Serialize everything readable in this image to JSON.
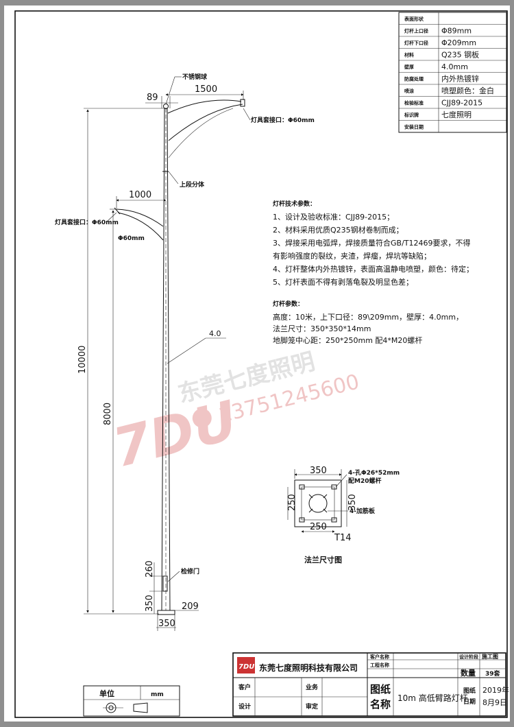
{
  "spec_table": [
    {
      "label": "表面形状",
      "value": ""
    },
    {
      "label": "灯杆上口径",
      "value": "Φ89mm"
    },
    {
      "label": "灯杆下口径",
      "value": "Φ209mm"
    },
    {
      "label": "材料",
      "value": "Q235 钢板"
    },
    {
      "label": "壁厚",
      "value": "4.0mm"
    },
    {
      "label": "防腐处理",
      "value": "内外热镀锌"
    },
    {
      "label": "喷涂",
      "value": "喷塑颜色：金白"
    },
    {
      "label": "检验标准",
      "value": "CJJ89-2015"
    },
    {
      "label": "标识牌",
      "value": "七度照明"
    },
    {
      "label": "安装日期",
      "value": ""
    }
  ],
  "pole": {
    "label_top_cap": "不锈钢球",
    "label_split": "上段分体",
    "label_door": "检修门",
    "label_upper_lamp_mouth": "灯具套接口：Φ60mm",
    "label_lower_lamp_mouth": "灯具套接口：Φ60mm",
    "label_lower_phi": "Φ60mm",
    "dim_top_width": "89",
    "dim_upper_arm": "1500",
    "dim_lower_arm": "1000",
    "dim_wall": "4.0",
    "dim_total": "10000",
    "dim_lower_height": "8000",
    "dim_door": "260",
    "dim_base": "350",
    "dim_bottom_dia": "209",
    "dim_flange_w": "350"
  },
  "tech": {
    "heading": "灯杆技术参数：",
    "items": [
      "1、设计及验收标准：CJJ89-2015；",
      "2、材料采用优质Q235钢材卷制而成；",
      "3、焊接采用电弧焊，焊接质量符合GB/T12469要求，不得",
      "有影响强度的裂纹，夹渣，焊瘤，焊坑等缺陷；",
      "4、灯杆整体内外热镀锌，表面高温静电喷塑，颜色：待定；",
      "5、灯杆表面不得有剥落龟裂及明显色差；"
    ]
  },
  "params": {
    "heading": "灯杆参数：",
    "lines": [
      "高度：10米，上下口径：89\\209mm，壁厚：4.0mm，",
      "法兰尺寸：350*350*14mm",
      "地脚笼中心距：250*250mm   配4*M20螺杆"
    ]
  },
  "flange": {
    "dim_top": "350",
    "dim_side": "350",
    "dim_inner_side": "250",
    "dim_inner_bottom": "250",
    "hole_note": "4-孔Φ26*52mm",
    "bolt_note": "配M20螺杆",
    "rib_note": "4-加筋板",
    "code": "T14",
    "caption": "法兰尺寸图"
  },
  "watermark": {
    "text": "东莞七度照明",
    "phone": "13751245600",
    "logo": "7DU"
  },
  "title_block": {
    "company": "东莞七度照明科技有限公司",
    "logo_text": "7DU",
    "customer_name_label": "客户名称",
    "project_name_label": "工程名称",
    "customer_label": "客户",
    "business_label": "业务",
    "design_label": "设计",
    "review_label": "审定",
    "drawing_name_label": "图纸名称",
    "drawing_name": "10m 高低臂路灯杆",
    "stage_label": "设计阶段",
    "stage_value": "施工图",
    "qty_label": "数量",
    "qty_value": "39套",
    "date_label": "图纸日期",
    "date_value": "2019年8月9日"
  },
  "unit_box": {
    "label": "单位",
    "value": "mm"
  }
}
